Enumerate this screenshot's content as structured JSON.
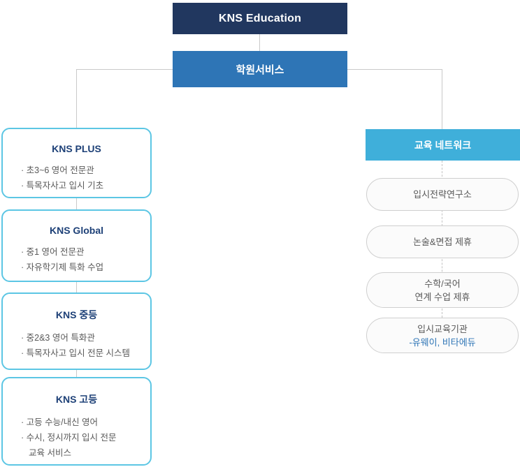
{
  "root": {
    "title": "KNS Education"
  },
  "service": {
    "label": "학원서비스"
  },
  "left_branch": {
    "boxes": [
      {
        "title": "KNS PLUS",
        "items": [
          "· 초3~6 영어 전문관",
          "· 특목자사고 입시 기초"
        ]
      },
      {
        "title": "KNS Global",
        "items": [
          "· 중1 영어 전문관",
          "· 자유학기제 특화 수업"
        ]
      },
      {
        "title": "KNS 중등",
        "items": [
          "· 중2&3 영어 특화관",
          "· 특목자사고 입시 전문 시스템"
        ]
      },
      {
        "title": "KNS 고등",
        "items": [
          "· 고등 수능/내신 영어",
          "· 수시, 정시까지 입시 전문",
          "교육 서비스"
        ]
      }
    ]
  },
  "right_branch": {
    "header": "교육 네트워크",
    "pills": [
      {
        "line1": "입시전략연구소"
      },
      {
        "line1": "논술&면접 제휴"
      },
      {
        "line1": "수학/국어",
        "line2": "연계 수업 제휴"
      },
      {
        "line1": "입시교육기관",
        "line2": "-유웨이, 비타에듀"
      }
    ]
  },
  "colors": {
    "navy": "#21375f",
    "blue": "#2e75b6",
    "sky": "#3fafda",
    "left_box_border": "#5cc6e4",
    "left_title_text": "#1d4077",
    "body_text": "#595959",
    "connector": "#c9c9c9"
  }
}
